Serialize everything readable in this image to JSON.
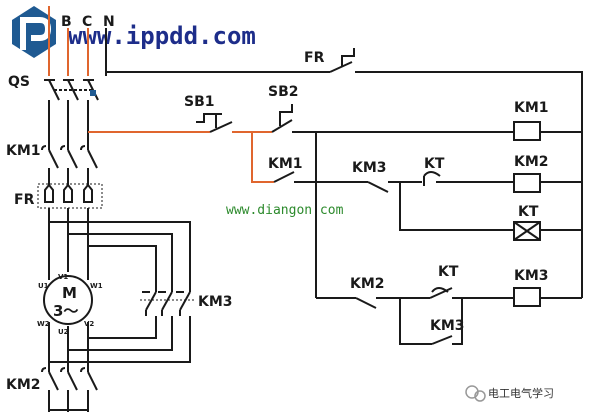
{
  "watermark": {
    "site_url": "www.ippdd.com",
    "mid_url": "www.diangon.com",
    "wechat_account": "电工电气学习"
  },
  "phase_labels": {
    "b": "B",
    "c": "C",
    "n": "N"
  },
  "labels": {
    "qs": "QS",
    "km1_main": "KM1",
    "fr_main": "FR",
    "km2_main": "KM2",
    "km3_main": "KM3",
    "fr_ctrl": "FR",
    "sb1": "SB1",
    "sb2": "SB2",
    "km1_hold": "KM1",
    "km3_nc": "KM3",
    "kt_nc": "KT",
    "km2_nc": "KM2",
    "kt_no": "KT",
    "km3_hold": "KM3",
    "coil_km1": "KM1",
    "coil_km2": "KM2",
    "coil_kt": "KT",
    "coil_km3": "KM3"
  },
  "motor": {
    "letter": "M",
    "symbol": "3～",
    "terminals": {
      "u1": "U1",
      "v1": "V1",
      "w1": "W1",
      "w2": "W2",
      "u2": "U2",
      "v2": "V2"
    }
  },
  "colors": {
    "wire": "#1a1a1a",
    "control_wire": "#e0662e",
    "logo_blue": "#1f5a92"
  }
}
